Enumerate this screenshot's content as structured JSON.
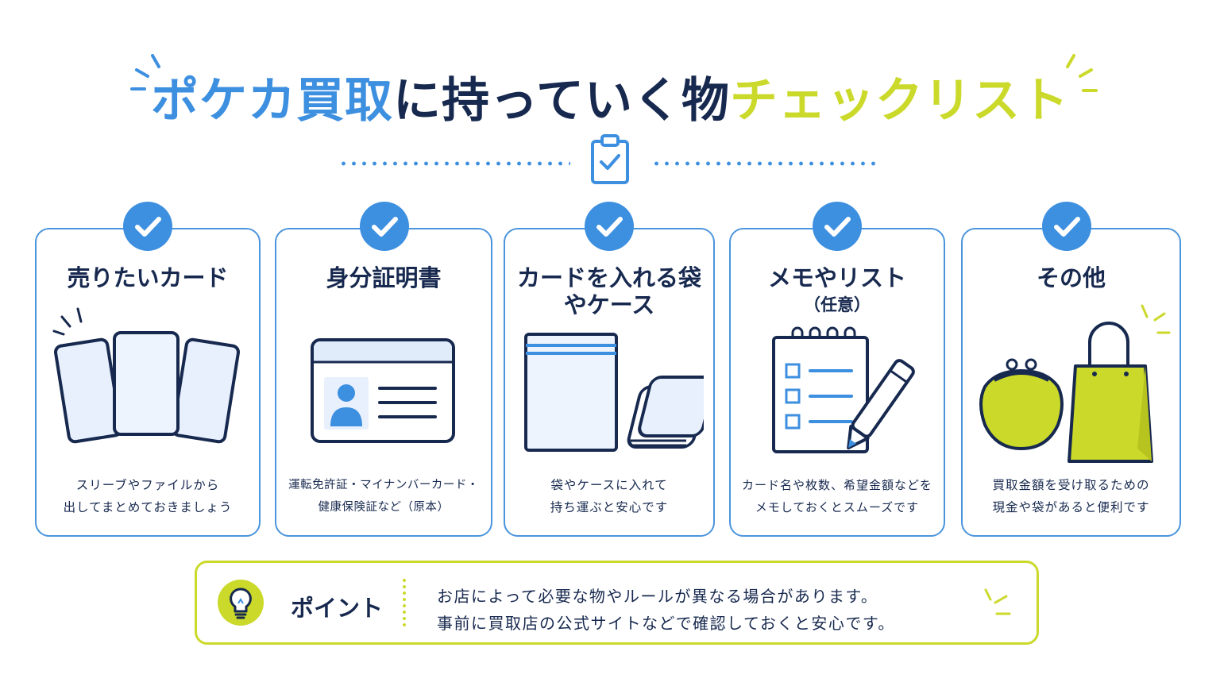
{
  "title": {
    "part1": "ポケカ買取",
    "part2": "に持っていく物",
    "part3": "チェックリスト"
  },
  "cards": [
    {
      "title": "売りたいカード",
      "subtitle": "",
      "desc1": "スリーブやファイルから",
      "desc2": "出してまとめておきましょう"
    },
    {
      "title": "身分証明書",
      "subtitle": "",
      "desc1": "運転免許証・マイナンバーカード・",
      "desc2": "健康保険証など（原本）"
    },
    {
      "title": "カードを入れる袋",
      "title2": "やケース",
      "subtitle": "",
      "desc1": "袋やケースに入れて",
      "desc2": "持ち運ぶと安心です"
    },
    {
      "title": "メモやリスト",
      "subtitle": "（任意）",
      "desc1": "カード名や枚数、希望金額などを",
      "desc2": "メモしておくとスムーズです"
    },
    {
      "title": "その他",
      "subtitle": "",
      "desc1": "買取金額を受け取るための",
      "desc2": "現金や袋があると便利です"
    }
  ],
  "point": {
    "label": "ポイント",
    "line1": "お店によって必要な物やルールが異なる場合があります。",
    "line2": "事前に買取店の公式サイトなどで確認しておくと安心です。"
  },
  "colors": {
    "blue": "#3d8fe0",
    "navy": "#17294f",
    "lime": "#cbd92b"
  },
  "icons": [
    "clipboard-check-icon",
    "check-circle-icon",
    "cards-icon",
    "id-card-icon",
    "bag-case-icon",
    "notepad-pen-icon",
    "wallet-bag-icon",
    "lightbulb-icon"
  ]
}
